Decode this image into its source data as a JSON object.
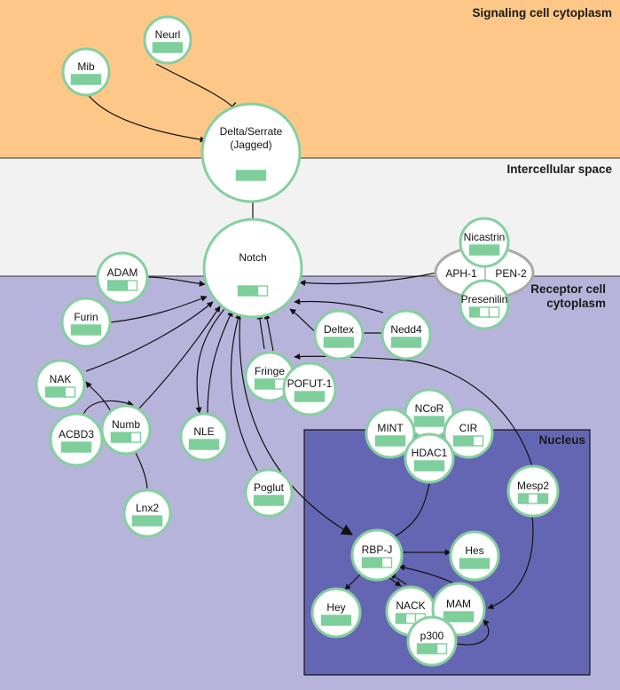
{
  "colors": {
    "signaling": "#fdc887",
    "intercellular": "#f2f2f2",
    "receptor": "#b7b4dc",
    "nucleus": "#6566b3",
    "node_border": "#86cfa0",
    "box_fill": "#7ecf9b",
    "complex_border": "#a9a9a9"
  },
  "regions": {
    "signaling": "Signaling cell cytoplasm",
    "intercellular": "Intercellular space",
    "receptor_line1": "Receptor cell",
    "receptor_line2": "cytoplasm",
    "nucleus": "Nucleus"
  },
  "nodes": [
    {
      "id": "neurl",
      "label": "Neurl",
      "boxes": [
        1,
        1,
        1
      ]
    },
    {
      "id": "mib",
      "label": "Mib",
      "boxes": [
        1,
        1,
        1
      ]
    },
    {
      "id": "delta",
      "label": "Delta/Serrate",
      "label2": "(Jagged)",
      "boxes": [
        1,
        1,
        1
      ]
    },
    {
      "id": "notch",
      "label": "Notch",
      "boxes": [
        1,
        1,
        0
      ]
    },
    {
      "id": "adam",
      "label": "ADAM",
      "boxes": [
        1,
        1,
        0
      ]
    },
    {
      "id": "nicastrin",
      "label": "Nicastrin",
      "boxes": [
        1,
        1,
        1
      ]
    },
    {
      "id": "presenilin",
      "label": "Presenilin",
      "boxes": [
        1,
        0,
        0
      ]
    },
    {
      "id": "furin",
      "label": "Furin",
      "boxes": [
        1,
        1,
        1
      ]
    },
    {
      "id": "deltex",
      "label": "Deltex",
      "boxes": [
        1,
        1,
        1
      ]
    },
    {
      "id": "nedd4",
      "label": "Nedd4",
      "boxes": [
        1,
        1,
        1
      ]
    },
    {
      "id": "nak",
      "label": "NAK",
      "boxes": [
        1,
        1,
        0
      ]
    },
    {
      "id": "fringe",
      "label": "Fringe",
      "boxes": [
        1,
        1,
        0
      ]
    },
    {
      "id": "pofut1",
      "label": "POFUT-1",
      "boxes": [
        1,
        1,
        1
      ]
    },
    {
      "id": "acbd3",
      "label": "ACBD3",
      "boxes": [
        1,
        1,
        1
      ]
    },
    {
      "id": "numb",
      "label": "Numb",
      "boxes": [
        1,
        1,
        0
      ]
    },
    {
      "id": "nle",
      "label": "NLE",
      "boxes": [
        1,
        1,
        1
      ]
    },
    {
      "id": "ncor",
      "label": "NCoR",
      "boxes": [
        1,
        1,
        1
      ]
    },
    {
      "id": "mint",
      "label": "MINT",
      "boxes": [
        1,
        1,
        1
      ]
    },
    {
      "id": "cir",
      "label": "CIR",
      "boxes": [
        1,
        1,
        0
      ]
    },
    {
      "id": "hdac1",
      "label": "HDAC1",
      "boxes": [
        1,
        1,
        1
      ]
    },
    {
      "id": "poglut",
      "label": "Poglut",
      "boxes": [
        1,
        1,
        1
      ]
    },
    {
      "id": "lnx2",
      "label": "Lnx2",
      "boxes": [
        1,
        1,
        1
      ]
    },
    {
      "id": "mesp2",
      "label": "Mesp2",
      "boxes": [
        1,
        0,
        1
      ]
    },
    {
      "id": "rbpj",
      "label": "RBP-J",
      "boxes": [
        1,
        1,
        0
      ]
    },
    {
      "id": "hes",
      "label": "Hes",
      "boxes": [
        1,
        1,
        1
      ]
    },
    {
      "id": "hey",
      "label": "Hey",
      "boxes": [
        1,
        1,
        1
      ]
    },
    {
      "id": "nack",
      "label": "NACK",
      "boxes": [
        1,
        0,
        0
      ]
    },
    {
      "id": "mam",
      "label": "MAM",
      "boxes": [
        1,
        1,
        1
      ]
    },
    {
      "id": "p300",
      "label": "p300",
      "boxes": [
        1,
        1,
        0
      ]
    }
  ],
  "complex": {
    "label_left": "APH-1",
    "label_right": "PEN-2"
  }
}
